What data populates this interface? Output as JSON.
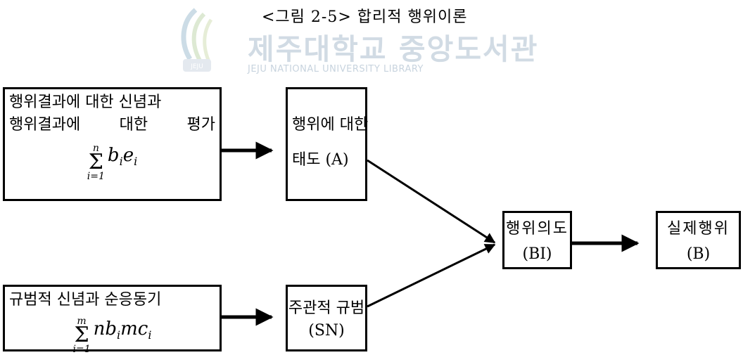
{
  "figure": {
    "title": "<그림 2-5> 합리적 행위이론"
  },
  "watermark": {
    "title": "제주대학교 중앙도서관",
    "subtitle": "JEJU NATIONAL UNIVERSITY LIBRARY",
    "logo_text": "JEJU"
  },
  "boxes": {
    "beliefs": {
      "line1": "행위결과에 대한 신념과",
      "line2_words": [
        "행위결과에",
        "대한",
        "평가"
      ],
      "formula": {
        "upper": "n",
        "lower": "i=1",
        "term_a": "b",
        "sub_a": "i",
        "term_b": "e",
        "sub_b": "i"
      }
    },
    "attitude": {
      "line1": "행위에 대한",
      "line2": "태도 (A)"
    },
    "normative": {
      "line1": "규범적 신념과 순응동기",
      "formula": {
        "upper": "m",
        "lower": "i=1",
        "term_a": "nb",
        "sub_a": "i",
        "term_b": "mc",
        "sub_b": "i"
      }
    },
    "subjective_norm": {
      "line1": "주관적 규범",
      "line2": "(SN)"
    },
    "intention": {
      "line1": "행위의도",
      "line2": "(BI)"
    },
    "behavior": {
      "line1": "실제행위",
      "line2": "(B)"
    }
  }
}
